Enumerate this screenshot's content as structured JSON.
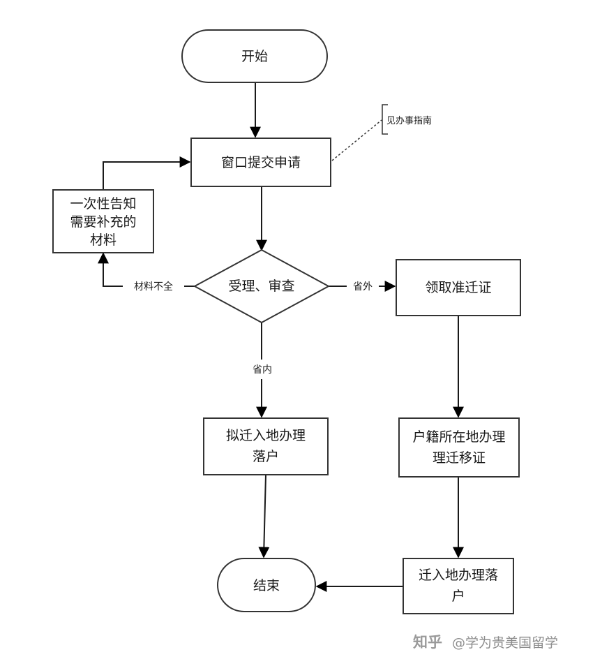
{
  "nodes": {
    "start": "开始",
    "submit": "窗口提交申请",
    "guide_note": "见办事指南",
    "notify": [
      "一次性告知",
      "需要补充的",
      "材料"
    ],
    "review": "受理、审查",
    "permit": "领取准迁证",
    "settle_local": [
      "拟迁入地办理",
      "落户"
    ],
    "household_cert": [
      "户籍所在地办理",
      "理迁移证"
    ],
    "settle_destination": [
      "迁入地办理落",
      "户"
    ],
    "end": "结束"
  },
  "edge_labels": {
    "incomplete": "材料不全",
    "out_of_province": "省外",
    "in_province": "省内"
  },
  "watermark": {
    "brand": "知乎",
    "author": "@学为贵美国留学"
  }
}
